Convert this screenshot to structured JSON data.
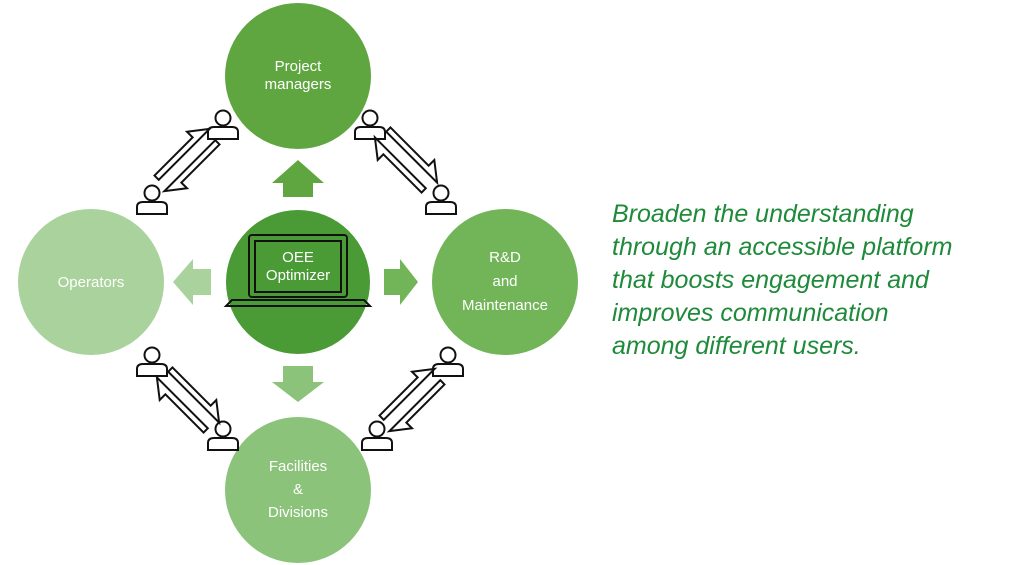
{
  "nodes": {
    "project_managers": {
      "lines": [
        "Project",
        "managers"
      ],
      "color": "#5fa641"
    },
    "operators": {
      "lines": [
        "Operators"
      ],
      "color": "#a9d29c"
    },
    "rd_maintenance": {
      "lines": [
        "R&D",
        "and",
        "Maintenance"
      ],
      "color": "#72b559"
    },
    "facilities_divisions": {
      "lines": [
        "Facilities",
        "&",
        "Divisions"
      ],
      "color": "#8cc37a"
    },
    "center": {
      "lines": [
        "OEE",
        "Optimizer"
      ],
      "color": "#4a9a36"
    }
  },
  "arrow_colors": {
    "up": "#5fa641",
    "left": "#a9d29c",
    "right": "#72b559",
    "down": "#8cc37a"
  },
  "icons": [
    "laptop-icon",
    "user-icon",
    "bidirectional-arrow-icon"
  ],
  "tagline": {
    "lines": [
      "Broaden the understanding",
      "through an accessible platform",
      "that boosts engagement and",
      "improves communication",
      "among different users."
    ],
    "color": "#1e8a3a"
  }
}
